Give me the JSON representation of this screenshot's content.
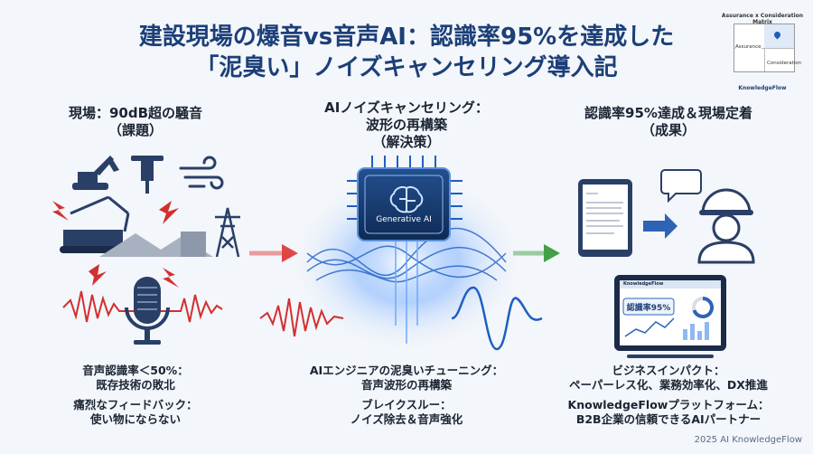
{
  "title_line1": "建設現場の爆音vs音声AI：認識率95%を達成した",
  "title_line2": "「泥臭い」ノイズキャンセリング導入記",
  "matrix": {
    "title": "Assurance x Consideration Matrix",
    "left_label": "Assurance",
    "bottom_label": "Consideration",
    "footer": "KnowledgeFlow"
  },
  "left": {
    "heading_line1": "現場：90dB超の騒音",
    "heading_line2": "（課題）",
    "cap1_line1": "音声認識率＜50%：",
    "cap1_line2": "既存技術の敗北",
    "cap2_line1": "痛烈なフィードバック：",
    "cap2_line2": "使い物にならない"
  },
  "center": {
    "heading_line1": "AIノイズキャンセリング：",
    "heading_line2": "波形の再構築",
    "heading_line3": "（解決策）",
    "chip_label": "Generative AI",
    "cap1_line1": "AIエンジニアの泥臭いチューニング：",
    "cap1_line2": "音声波形の再構築",
    "cap2_line1": "ブレイクスルー：",
    "cap2_line2": "ノイズ除去＆音声強化"
  },
  "right": {
    "heading_line1": "認識率95%達成＆現場定着",
    "heading_line2": "（成果）",
    "dashboard_badge": "認識率95%",
    "dashboard_brand": "KnowledgeFlow",
    "cap1_line1": "ビジネスインパクト：",
    "cap1_line2": "ペーパーレス化、業務効率化、DX推進",
    "cap2_line1": "KnowledgeFlowプラットフォーム：",
    "cap2_line2": "B2B企業の信頼できるAIパートナー"
  },
  "footer": "2025 AI KnowledgeFlow",
  "colors": {
    "title": "#1c3f78",
    "red_wave": "#d32f2f",
    "blue_wave": "#1e5fc2",
    "arrow_red": "#e04545",
    "arrow_green": "#43a047",
    "chip": "#173a6e"
  },
  "icons": [
    "excavator-icon",
    "jackhammer-icon",
    "wind-icon",
    "pylon-icon",
    "microphone-icon",
    "chip-icon",
    "brain-icon",
    "tablet-icon",
    "worker-headset-icon",
    "chat-bubble-icon",
    "dashboard-icon"
  ]
}
